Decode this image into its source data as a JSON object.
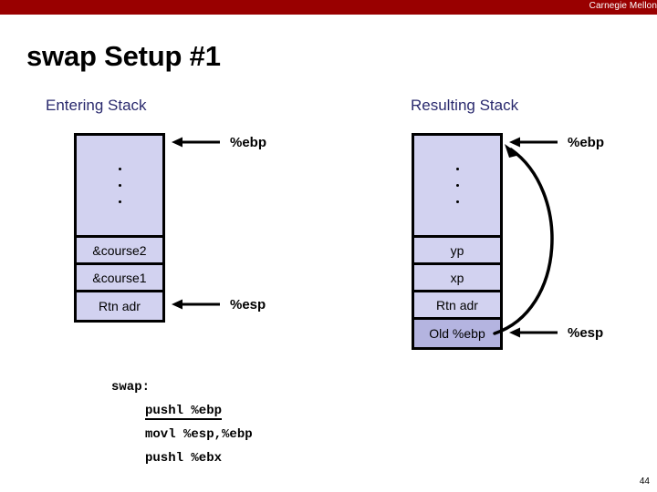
{
  "header": {
    "brand": "Carnegie Mellon",
    "bar_color": "#990000"
  },
  "title": "swap Setup #1",
  "page_number": "44",
  "colors": {
    "cell_fill": "#d2d2f0",
    "cell_fill_dark": "#b4b4e0",
    "subtitle": "#2a2a6e",
    "stroke": "#000000"
  },
  "columns": {
    "entering": {
      "subtitle": "Entering Stack",
      "cells": [
        {
          "label": "",
          "kind": "dots"
        },
        {
          "label": "&course2",
          "kind": "normal"
        },
        {
          "label": "&course1",
          "kind": "normal"
        },
        {
          "label": "Rtn adr",
          "kind": "normal"
        }
      ],
      "pointers": [
        {
          "name": "ebp",
          "label": "%ebp"
        },
        {
          "name": "esp",
          "label": "%esp"
        }
      ]
    },
    "resulting": {
      "subtitle": "Resulting Stack",
      "cells": [
        {
          "label": "",
          "kind": "dots"
        },
        {
          "label": "yp",
          "kind": "normal"
        },
        {
          "label": "xp",
          "kind": "normal"
        },
        {
          "label": "Rtn adr",
          "kind": "normal"
        },
        {
          "label": "Old %ebp",
          "kind": "dark"
        }
      ],
      "pointers": [
        {
          "name": "ebp",
          "label": "%ebp"
        },
        {
          "name": "esp",
          "label": "%esp"
        }
      ]
    }
  },
  "code": {
    "lines": [
      {
        "text": "swap:",
        "indent": false,
        "highlight": false
      },
      {
        "text": "pushl %ebp",
        "indent": true,
        "highlight": true
      },
      {
        "text": "movl %esp,%ebp",
        "indent": true,
        "highlight": false
      },
      {
        "text": "pushl %ebx",
        "indent": true,
        "highlight": false
      }
    ]
  }
}
